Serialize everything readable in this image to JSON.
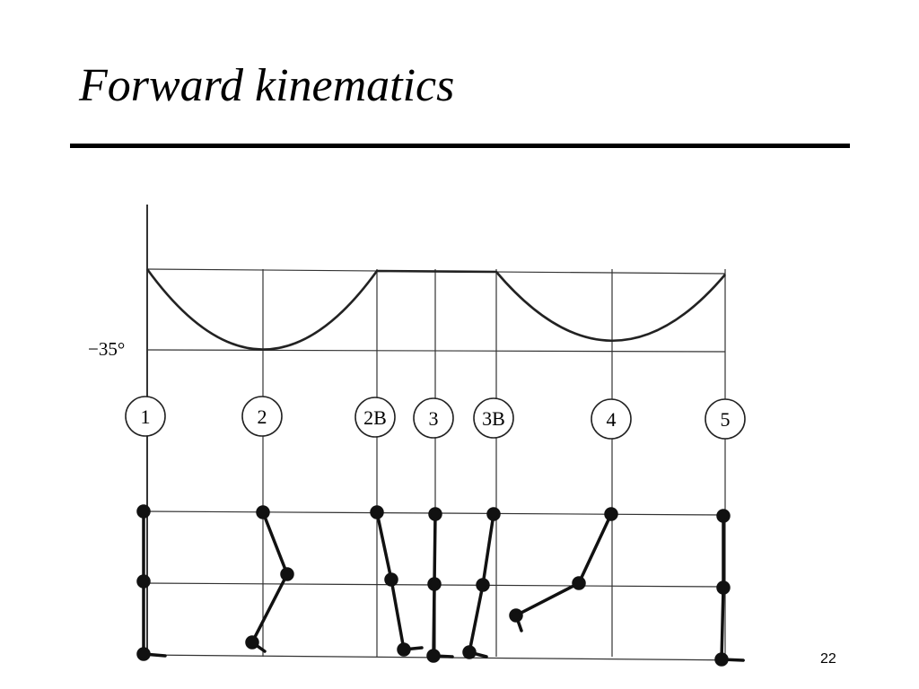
{
  "slide": {
    "title": "Forward kinematics",
    "page_number": "22"
  },
  "diagram": {
    "angle_label": "−35°",
    "phases": [
      "1",
      "2",
      "2B",
      "3",
      "3B",
      "4",
      "5"
    ]
  }
}
